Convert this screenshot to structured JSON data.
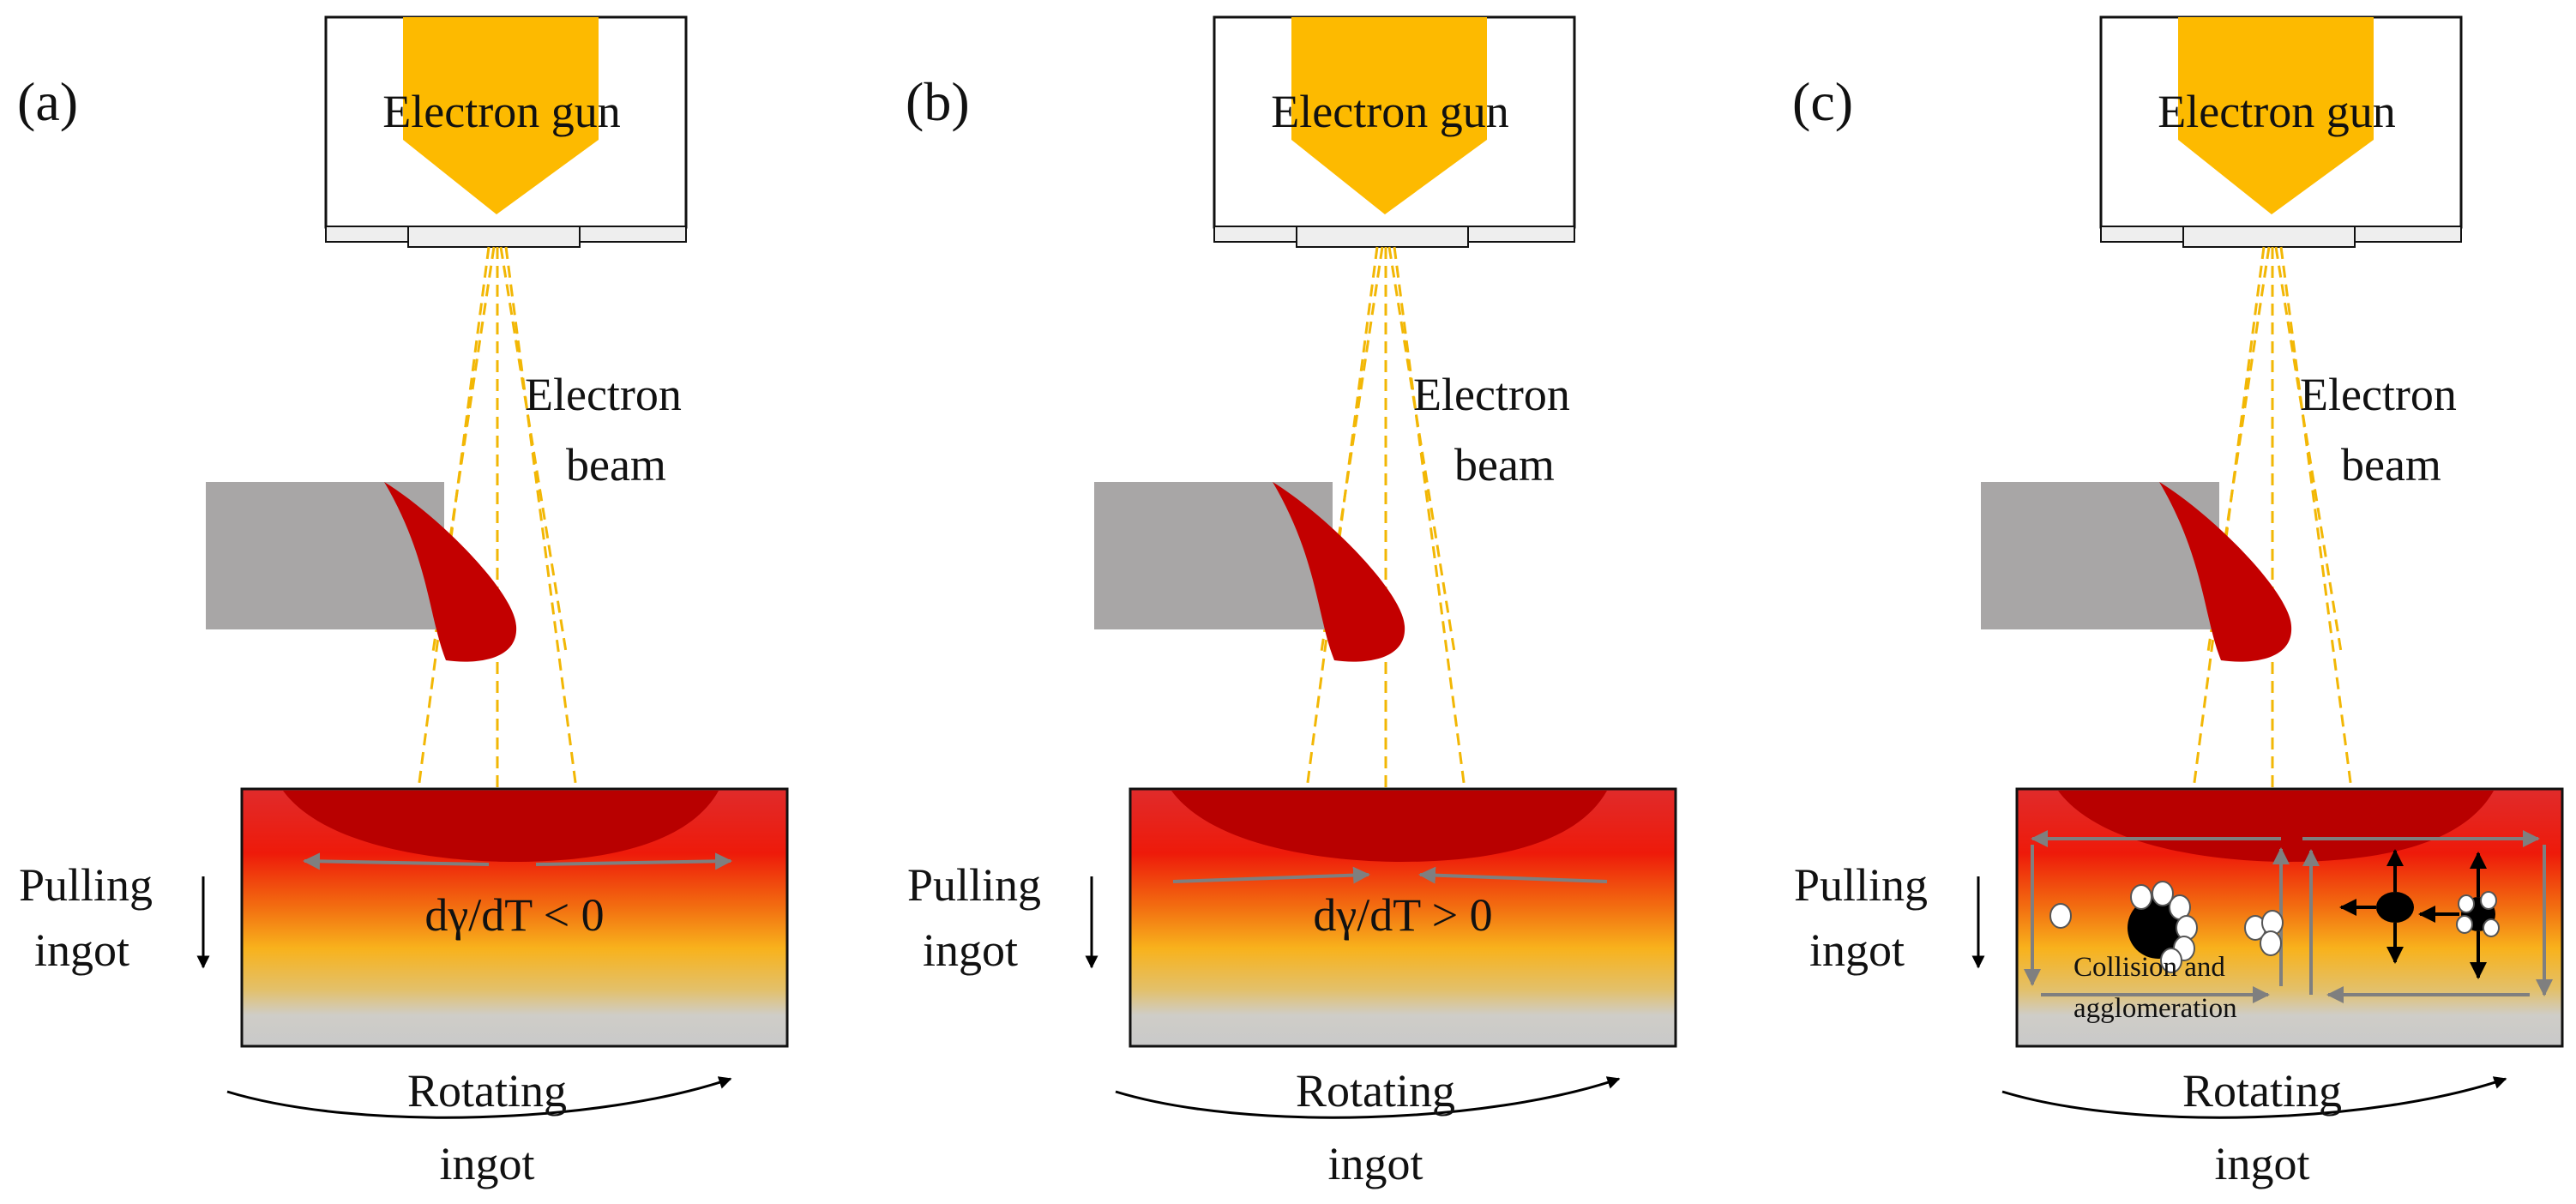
{
  "colors": {
    "gun_cone": "#FDBA00",
    "beam": "#F2B705",
    "droplet": "#C30000",
    "pool": "#B80000",
    "feedstock": "#A8A6A6",
    "ingot_top": "#E52626",
    "ingot_mid": "#F6A41A",
    "ingot_bottom": "#C9C9C9",
    "flow_arrow": "#7F7F7F",
    "inclusion_black": "#000000",
    "inclusion_white": "#FFFFFF"
  },
  "panels": [
    {
      "id": "a",
      "label": "(a)",
      "gun_label": "Electron gun",
      "beam_label_line1": "Electron",
      "beam_label_line2": "beam",
      "pulling_line1": "Pulling",
      "pulling_line2": "ingot",
      "rotating_line1": "Rotating",
      "rotating_line2": "ingot",
      "equation": "dγ/dT < 0",
      "flow": "outward"
    },
    {
      "id": "b",
      "label": "(b)",
      "gun_label": "Electron gun",
      "beam_label_line1": "Electron",
      "beam_label_line2": "beam",
      "pulling_line1": "Pulling",
      "pulling_line2": "ingot",
      "rotating_line1": "Rotating",
      "rotating_line2": "ingot",
      "equation": "dγ/dT > 0",
      "flow": "inward"
    },
    {
      "id": "c",
      "label": "(c)",
      "gun_label": "Electron gun",
      "beam_label_line1": "Electron",
      "beam_label_line2": "beam",
      "pulling_line1": "Pulling",
      "pulling_line2": "ingot",
      "rotating_line1": "Rotating",
      "rotating_line2": "ingot",
      "annotation_line1": "Collision and",
      "annotation_line2": "agglomeration",
      "flow": "vortex"
    }
  ]
}
